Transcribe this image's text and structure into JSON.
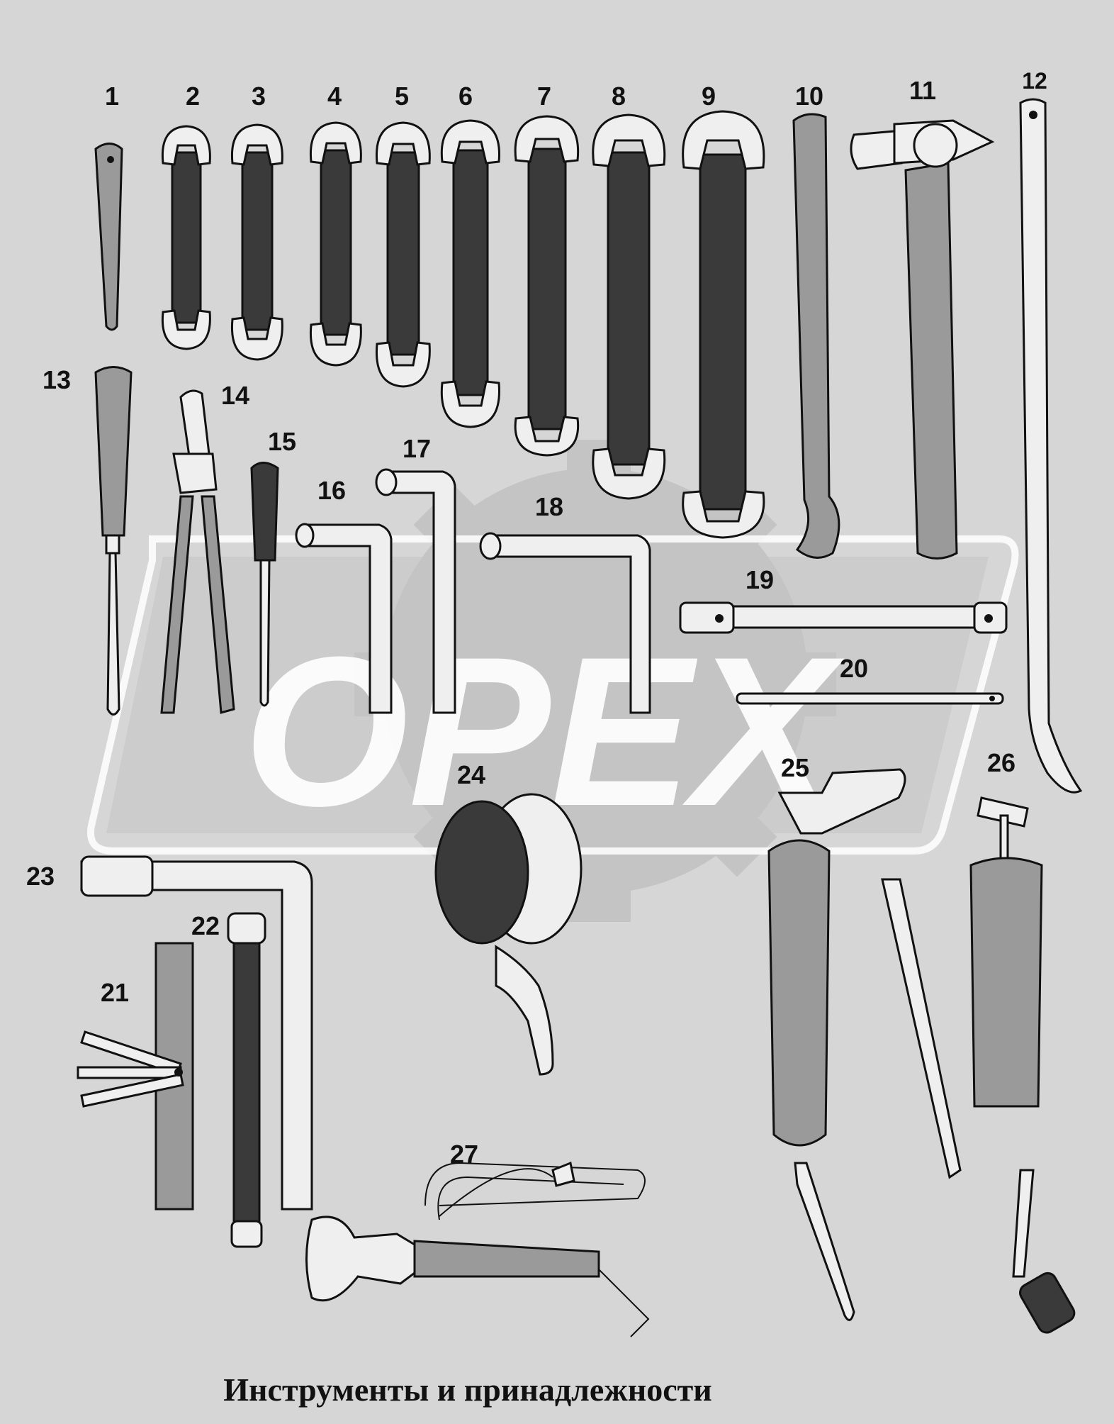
{
  "watermark": {
    "text": "OPEX",
    "color": "#ffffff",
    "background": "#d6d6d6"
  },
  "caption": "Инструменты и принадлежности",
  "labels": [
    "1",
    "2",
    "3",
    "4",
    "5",
    "6",
    "7",
    "8",
    "9",
    "10",
    "11",
    "12",
    "13",
    "14",
    "15",
    "16",
    "17",
    "18",
    "19",
    "20",
    "21",
    "22",
    "23",
    "24",
    "25",
    "26",
    "27"
  ]
}
